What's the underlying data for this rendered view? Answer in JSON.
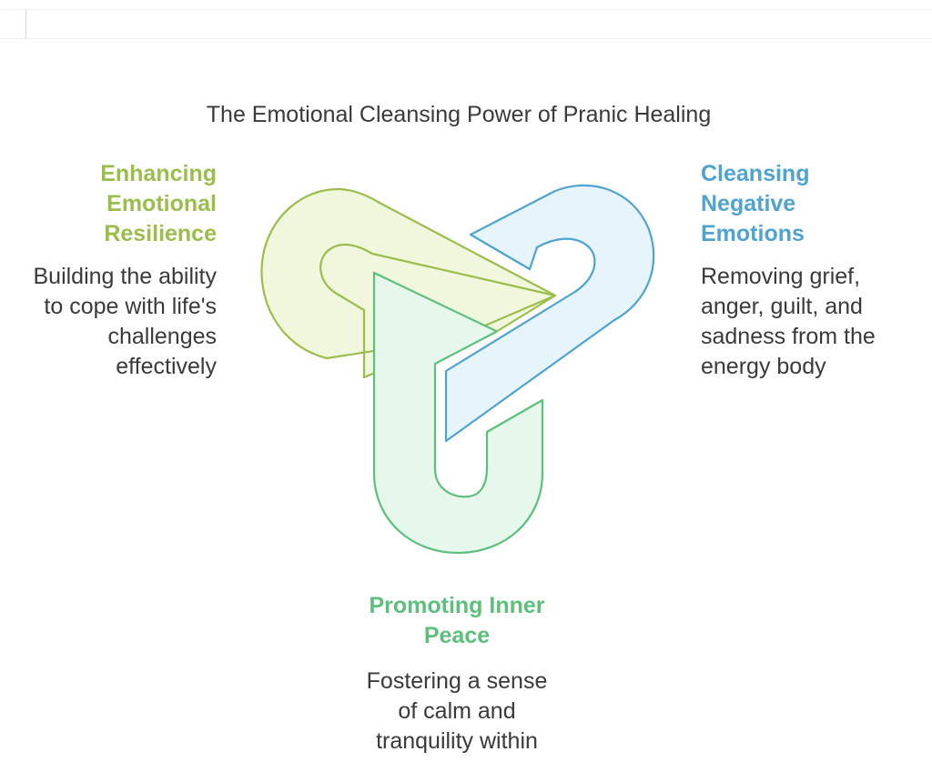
{
  "title": "The Emotional Cleansing Power of Pranic Healing",
  "segments": [
    {
      "id": "resilience",
      "heading": "Enhancing Emotional Resilience",
      "heading_lines": [
        "Enhancing",
        "Emotional",
        "Resilience"
      ],
      "description_lines": [
        "Building the ability",
        "to cope with life's",
        "challenges",
        "effectively"
      ],
      "color": "#9bbd4c",
      "fill": "#f1f7dc"
    },
    {
      "id": "cleansing",
      "heading": "Cleansing Negative Emotions",
      "heading_lines": [
        "Cleansing",
        "Negative",
        "Emotions"
      ],
      "description_lines": [
        "Removing grief,",
        "anger, guilt, and",
        "sadness from the",
        "energy body"
      ],
      "color": "#4fa3d0",
      "fill": "#e6f4fb"
    },
    {
      "id": "peace",
      "heading": "Promoting Inner Peace",
      "heading_lines": [
        "Promoting Inner",
        "Peace"
      ],
      "description_lines": [
        "Fostering a sense",
        "of calm and",
        "tranquility within"
      ],
      "color": "#5cbf7c",
      "fill": "#e6f8ec"
    }
  ]
}
